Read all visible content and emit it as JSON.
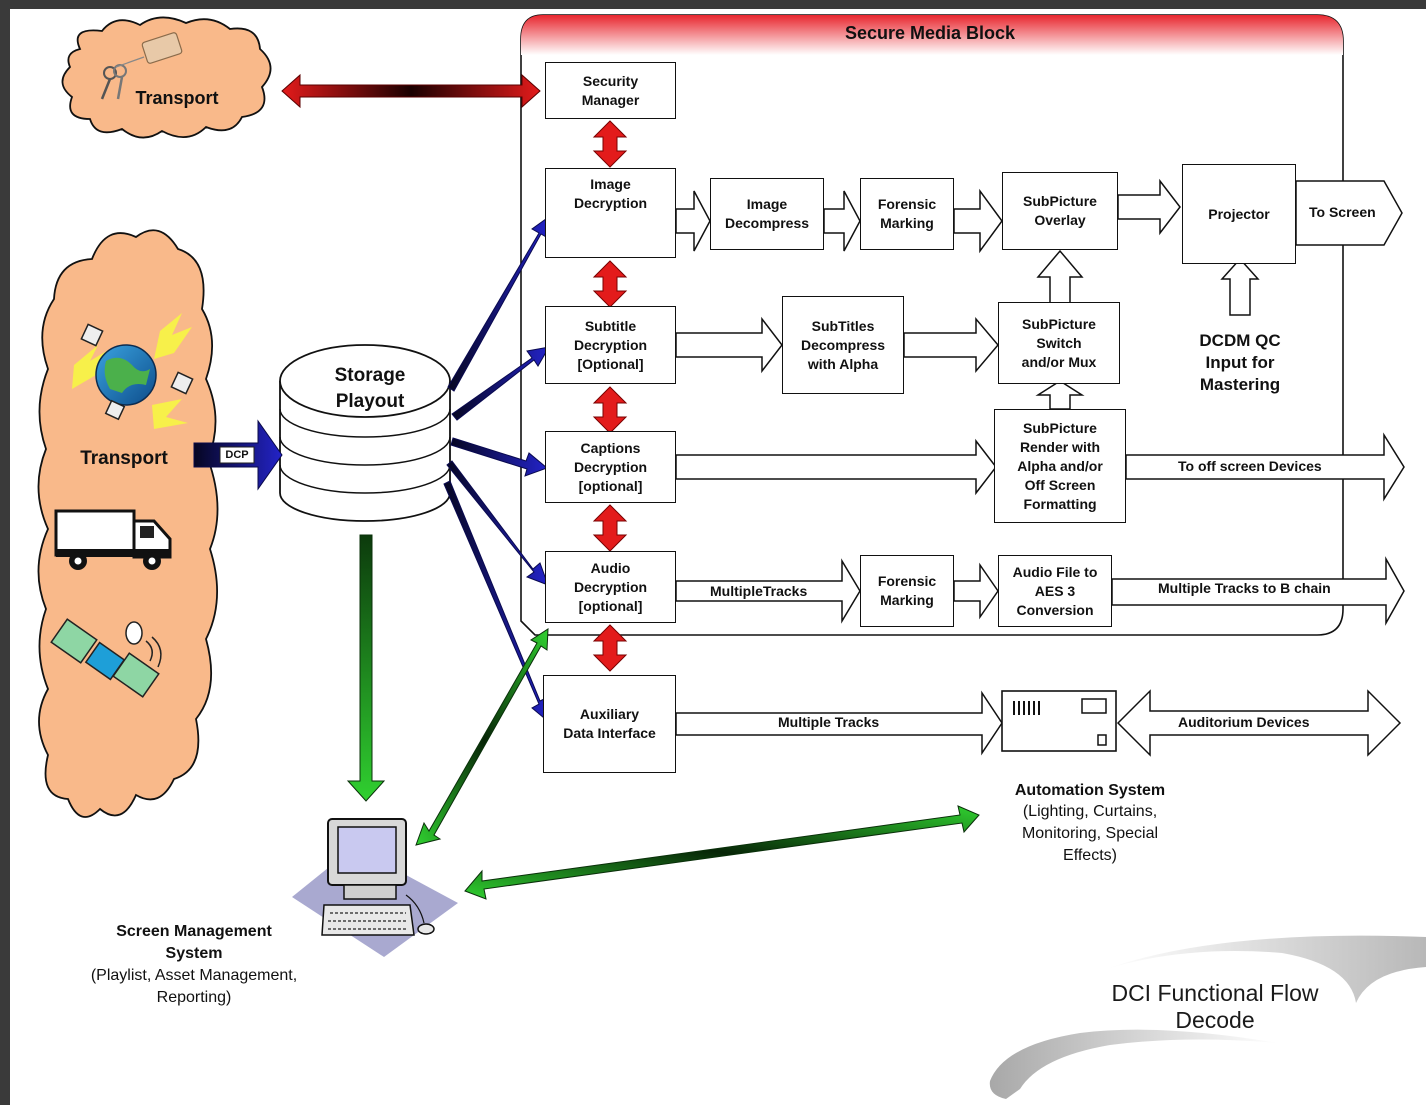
{
  "smb_title": "Secure Media Block",
  "cloud_top_label": "Transport",
  "cloud_left_label": "Transport",
  "dcp_tag": "DCP",
  "storage_label": "Storage\nPlayout",
  "boxes": {
    "security_manager": "Security\nManager",
    "image_decryption": "Image\nDecryption",
    "image_decompress": "Image\nDecompress",
    "forensic_marking_1": "Forensic\nMarking",
    "subpicture_overlay": "SubPicture\nOverlay",
    "projector": "Projector",
    "subtitle_decryption": "Subtitle\nDecryption\n[Optional]",
    "subtitles_decompress": "SubTitles\nDecompress\nwith Alpha",
    "subpicture_switch": "SubPicture\nSwitch\nand/or Mux",
    "captions_decryption": "Captions\nDecryption\n[optional]",
    "subpicture_render": "SubPicture\nRender with\nAlpha and/or\nOff Screen\nFormatting",
    "audio_decryption": "Audio\nDecryption\n[optional]",
    "forensic_marking_2": "Forensic\nMarking",
    "audio_file_conversion": "Audio File to\nAES 3\nConversion",
    "auxiliary_data": "Auxiliary\nData Interface"
  },
  "arrow_labels": {
    "to_screen": "To Screen",
    "to_off_screen": "To off screen Devices",
    "multiple_tracks_b_chain": "Multiple Tracks to B chain",
    "multipletracks": "MultipleTracks",
    "multiple_tracks": "Multiple Tracks",
    "auditorium_devices": "Auditorium Devices"
  },
  "dcdm_qc": "DCDM QC\nInput for\nMastering",
  "automation": {
    "title": "Automation System",
    "detail": "(Lighting, Curtains,\nMonitoring, Special\nEffects)"
  },
  "screen_mgmt": {
    "title": "Screen Management\nSystem",
    "detail": "(Playlist, Asset Management,\nReporting)"
  },
  "footer_title": "DCI Functional Flow\nDecode",
  "colors": {
    "red_arrow": "#e31b1b",
    "blue_arrow": "#1c1ca8",
    "green_arrow": "#2bbf2b",
    "cloud": "#f9b98a",
    "smb_header": "#e8262e"
  },
  "icons": [
    "key-icon",
    "globe-satellite-icon",
    "truck-icon",
    "satellite-icon",
    "computer-icon",
    "lock-icon"
  ]
}
